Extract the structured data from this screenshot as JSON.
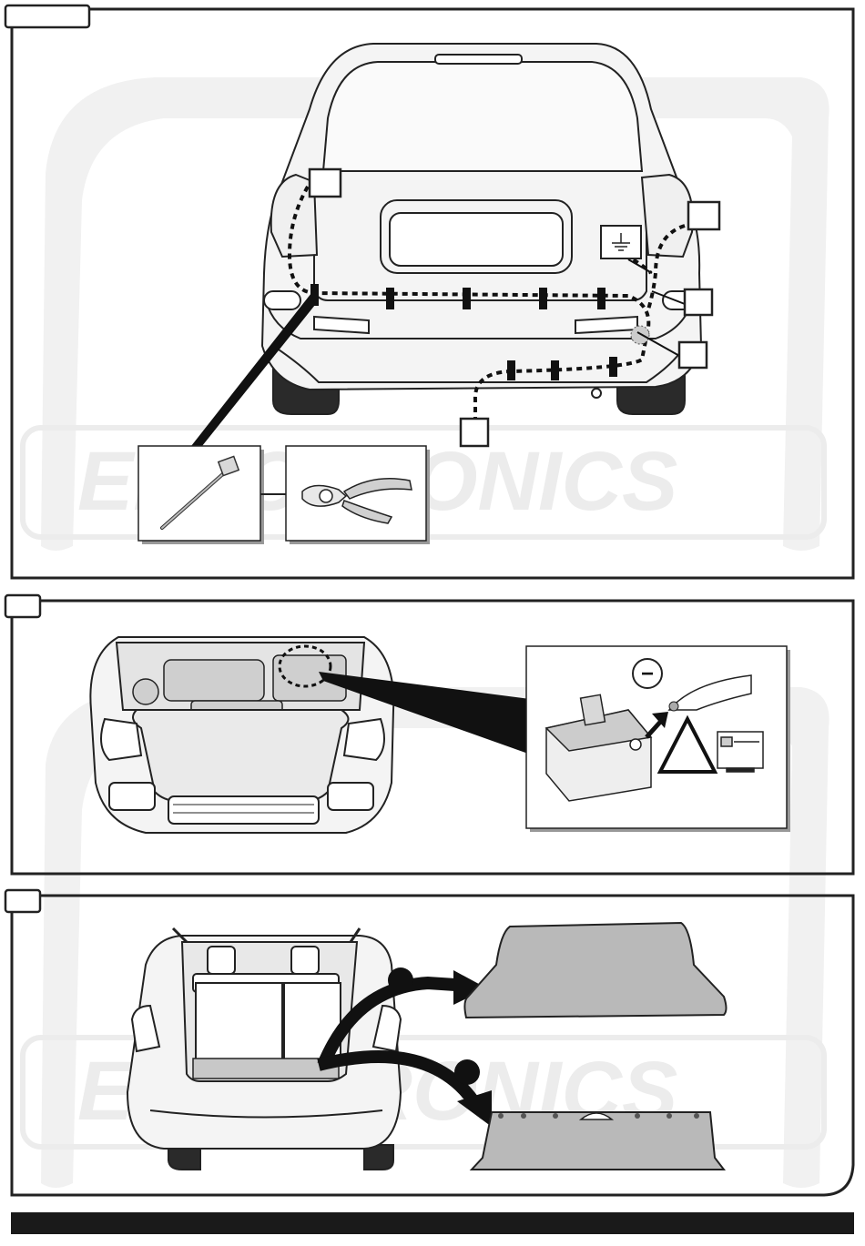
{
  "diagram": {
    "steps": [
      {
        "id": "step-1",
        "description": "Rear view of car with wiring harness route, cable ties and cutting pliers"
      },
      {
        "id": "step-2",
        "description": "Engine bay with battery; disconnect negative terminal"
      },
      {
        "id": "step-3",
        "description": "Open boot; remove parcel shelf and rear trim panel"
      }
    ],
    "callouts": {
      "step1": [
        "",
        "",
        "",
        "",
        ""
      ],
      "step3": [
        "",
        ""
      ]
    },
    "battery": {
      "terminal_sign": "−"
    },
    "colors": {
      "frame": "#222222",
      "car_fill": "#f4f4f4",
      "panel_fill": "#b9b9b9",
      "watermark": "#ececec",
      "footer": "#1a1a1a"
    },
    "icons": [
      "ground-icon",
      "warning-triangle-icon",
      "manual-book-icon",
      "cable-tie-icon",
      "pliers-icon"
    ],
    "watermark": {
      "text": "ELECTRONICS"
    }
  }
}
